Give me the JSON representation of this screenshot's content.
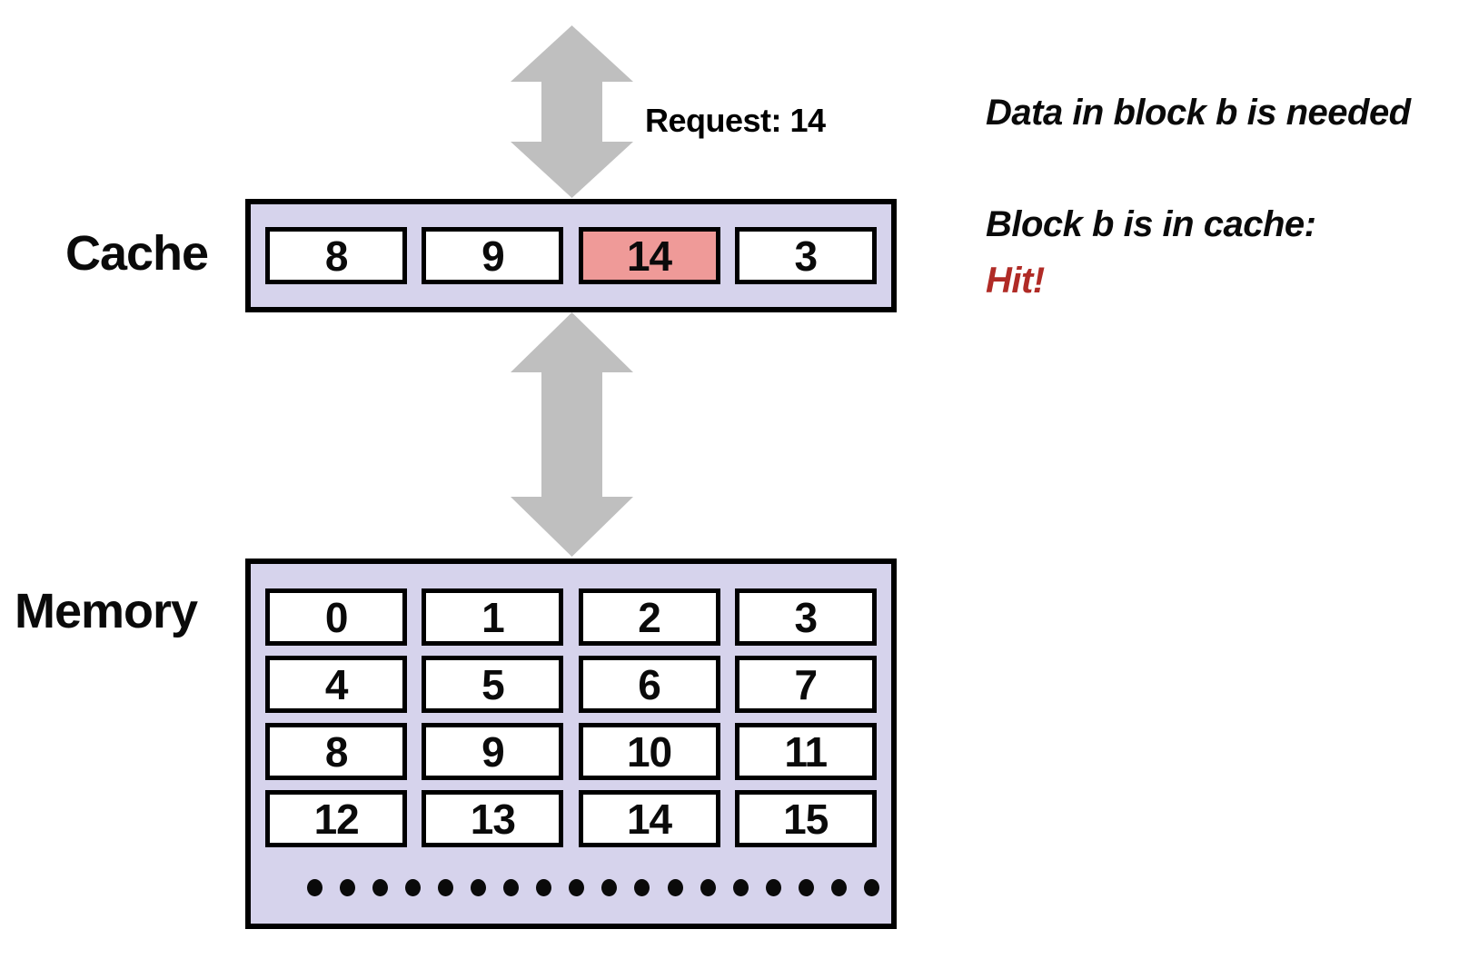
{
  "request": {
    "label": "Request: 14"
  },
  "annotations": {
    "data_needed": "Data in block b is needed",
    "block_in_cache": "Block b is in cache:",
    "hit": "Hit!"
  },
  "cache": {
    "label": "Cache",
    "cells": [
      {
        "value": "8",
        "highlighted": false
      },
      {
        "value": "9",
        "highlighted": false
      },
      {
        "value": "14",
        "highlighted": true
      },
      {
        "value": "3",
        "highlighted": false
      }
    ]
  },
  "memory": {
    "label": "Memory",
    "cells": [
      "0",
      "1",
      "2",
      "3",
      "4",
      "5",
      "6",
      "7",
      "8",
      "9",
      "10",
      "11",
      "12",
      "13",
      "14",
      "15"
    ],
    "ellipsis_dot_count": 18
  },
  "colors": {
    "panel_fill": "#D6D3EC",
    "cell_fill": "#FFFFFF",
    "highlight_fill": "#EF9A98",
    "arrow_gray": "#BFBFBF",
    "hit_red": "#B02B26",
    "outline_black": "#000000"
  }
}
